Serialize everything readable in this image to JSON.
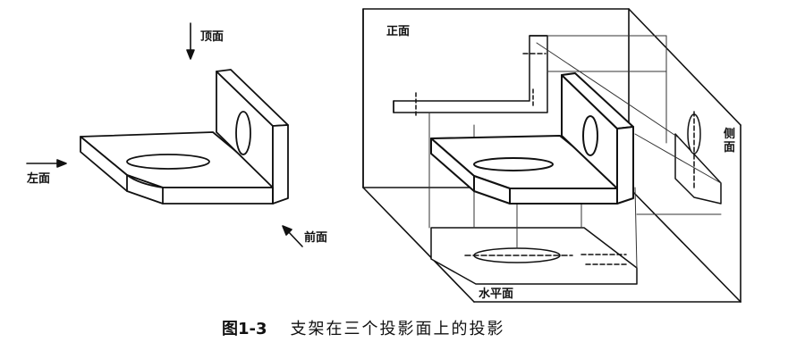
{
  "left_figure": {
    "top_label": "顶面",
    "left_label": "左面",
    "front_label": "前面"
  },
  "right_figure": {
    "front_plane_label": "正面",
    "side_plane_label": "侧面",
    "horizontal_plane_label": "水平面"
  },
  "caption": {
    "number": "图1-3",
    "text": "支架在三个投影面上的投影"
  }
}
